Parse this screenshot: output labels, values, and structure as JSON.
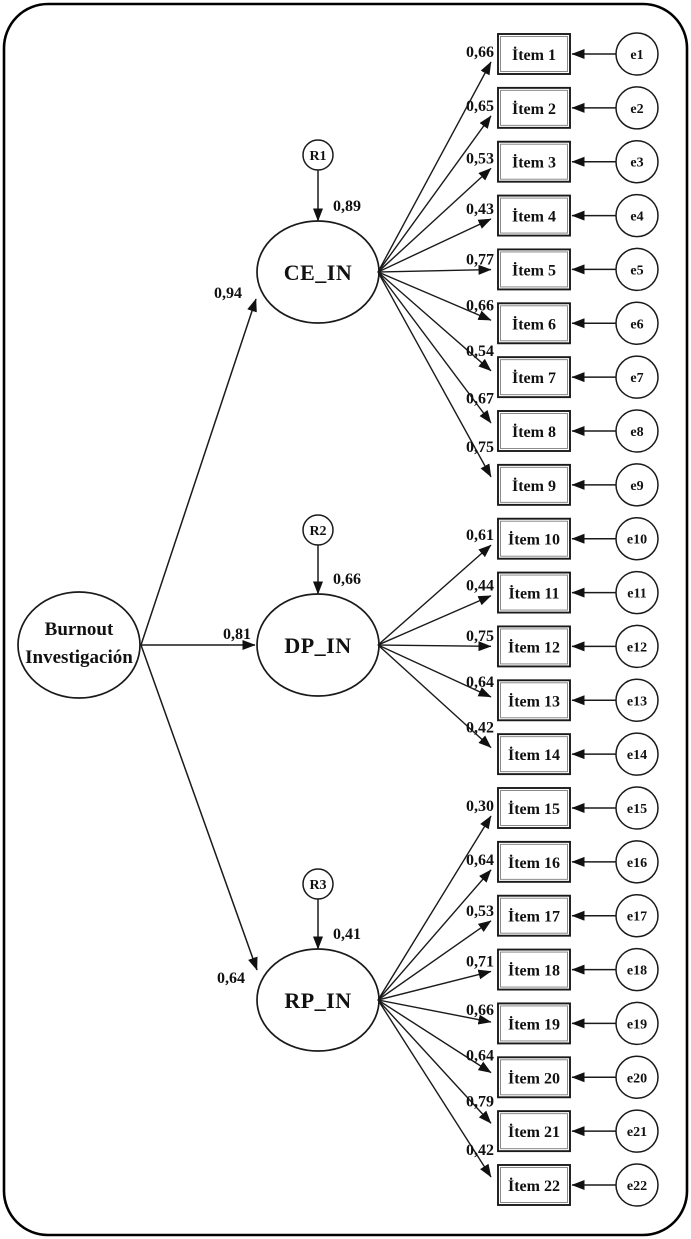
{
  "diagram": {
    "title_semantic": "Burnout Investigación confirmatory factor analysis path diagram",
    "root": {
      "label_line1": "Burnout",
      "label_line2": "Investigación"
    },
    "colors": {
      "line": "#1a1a1a",
      "box_border": "#1a1a1a",
      "background": "#ffffff"
    },
    "factors": [
      {
        "name": "CE_IN",
        "residual_label": "R1",
        "residual_value": "0,89",
        "path_coefficient": "0,94",
        "items": [
          {
            "label": "İtem 1",
            "loading": "0,66",
            "error_label": "e1"
          },
          {
            "label": "İtem 2",
            "loading": "0,65",
            "error_label": "e2"
          },
          {
            "label": "İtem 3",
            "loading": "0,53",
            "error_label": "e3"
          },
          {
            "label": "İtem 4",
            "loading": "0,43",
            "error_label": "e4"
          },
          {
            "label": "İtem 5",
            "loading": "0,77",
            "error_label": "e5"
          },
          {
            "label": "İtem 6",
            "loading": "0,66",
            "error_label": "e6"
          },
          {
            "label": "İtem 7",
            "loading": "0,54",
            "error_label": "e7"
          },
          {
            "label": "İtem 8",
            "loading": "0,67",
            "error_label": "e8"
          },
          {
            "label": "İtem 9",
            "loading": "0,75",
            "error_label": "e9"
          }
        ]
      },
      {
        "name": "DP_IN",
        "residual_label": "R2",
        "residual_value": "0,66",
        "path_coefficient": "0,81",
        "items": [
          {
            "label": "İtem 10",
            "loading": "0,61",
            "error_label": "e10"
          },
          {
            "label": "İtem 11",
            "loading": "0,44",
            "error_label": "e11"
          },
          {
            "label": "İtem 12",
            "loading": "0,75",
            "error_label": "e12"
          },
          {
            "label": "İtem 13",
            "loading": "0,64",
            "error_label": "e13"
          },
          {
            "label": "İtem 14",
            "loading": "0,42",
            "error_label": "e14"
          }
        ]
      },
      {
        "name": "RP_IN",
        "residual_label": "R3",
        "residual_value": "0,41",
        "path_coefficient": "0,64",
        "items": [
          {
            "label": "İtem 15",
            "loading": "0,30",
            "error_label": "e15"
          },
          {
            "label": "İtem 16",
            "loading": "0,64",
            "error_label": "e16"
          },
          {
            "label": "İtem 17",
            "loading": "0,53",
            "error_label": "e17"
          },
          {
            "label": "İtem 18",
            "loading": "0,71",
            "error_label": "e18"
          },
          {
            "label": "İtem 19",
            "loading": "0,66",
            "error_label": "e19"
          },
          {
            "label": "İtem 20",
            "loading": "0,64",
            "error_label": "e20"
          },
          {
            "label": "İtem 21",
            "loading": "0,79",
            "error_label": "e21"
          },
          {
            "label": "İtem 22",
            "loading": "0,42",
            "error_label": "e22"
          }
        ]
      }
    ]
  }
}
